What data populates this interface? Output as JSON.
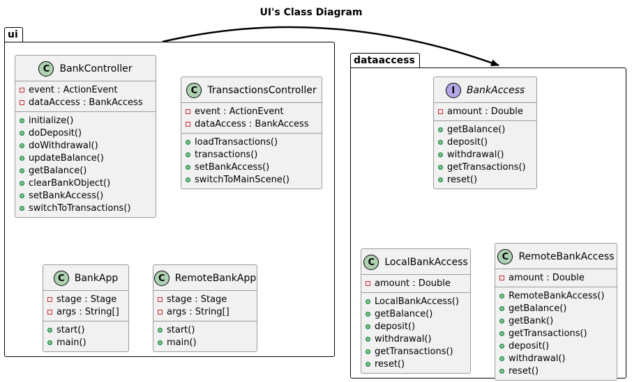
{
  "title": "UI's Class Diagram",
  "packages": {
    "ui": {
      "name": "ui",
      "classes": {
        "bank_controller": {
          "kind": "C",
          "name": "BankController",
          "fields": [
            "event : ActionEvent",
            "dataAccess : BankAccess"
          ],
          "methods": [
            "initialize()",
            "doDeposit()",
            "doWithdrawal()",
            "updateBalance()",
            "getBalance()",
            "clearBankObject()",
            "setBankAccess()",
            "switchToTransactions()"
          ]
        },
        "transactions_controller": {
          "kind": "C",
          "name": "TransactionsController",
          "fields": [
            "event : ActionEvent",
            "dataAccess : BankAccess"
          ],
          "methods": [
            "loadTransactions()",
            "transactions()",
            "setBankAccess()",
            "switchToMainScene()"
          ]
        },
        "bank_app": {
          "kind": "C",
          "name": "BankApp",
          "fields": [
            "stage : Stage",
            "args : String[]"
          ],
          "methods": [
            "start()",
            "main()"
          ]
        },
        "remote_bank_app": {
          "kind": "C",
          "name": "RemoteBankApp",
          "fields": [
            "stage : Stage",
            "args : String[]"
          ],
          "methods": [
            "start()",
            "main()"
          ]
        }
      }
    },
    "dataaccess": {
      "name": "dataaccess",
      "classes": {
        "bank_access": {
          "kind": "I",
          "name": "BankAccess",
          "fields": [
            "amount : Double"
          ],
          "methods": [
            "getBalance()",
            "deposit()",
            "withdrawal()",
            "getTransactions()",
            "reset()"
          ]
        },
        "local_bank_access": {
          "kind": "C",
          "name": "LocalBankAccess",
          "fields": [
            "amount : Double"
          ],
          "methods": [
            "LocalBankAccess()",
            "getBalance()",
            "deposit()",
            "withdrawal()",
            "getTransactions()",
            "reset()"
          ]
        },
        "remote_bank_access": {
          "kind": "C",
          "name": "RemoteBankAccess",
          "fields": [
            "amount : Double"
          ],
          "methods": [
            "RemoteBankAccess()",
            "getBalance()",
            "getBank()",
            "getTransactions()",
            "deposit()",
            "withdrawal()",
            "reset()"
          ]
        }
      }
    }
  },
  "colors": {
    "class_fill": "#f1f1f1",
    "class_border": "#9b9b9b",
    "class_badge": "#add1b2",
    "interface_badge": "#b4a7e5",
    "private_marker": "#c82930",
    "public_marker": "#84be84"
  }
}
